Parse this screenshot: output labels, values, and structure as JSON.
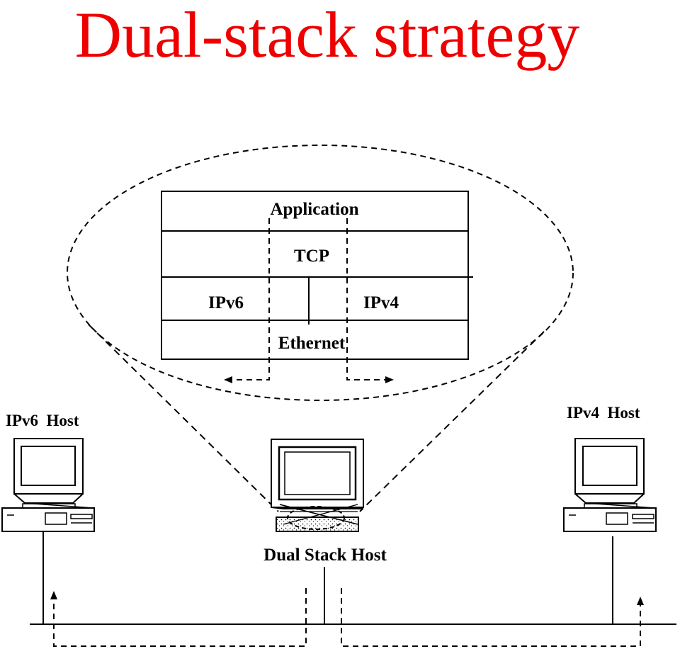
{
  "title": "Dual-stack strategy",
  "title_color": "#ee0000",
  "stack": {
    "application": "Application",
    "tcp": "TCP",
    "ipv6": "IPv6",
    "ipv4": "IPv4",
    "ethernet": "Ethernet"
  },
  "hosts": {
    "ipv6_host": "IPv6  Host",
    "ipv4_host": "IPv4  Host",
    "dual_stack_host": "Dual Stack Host"
  }
}
